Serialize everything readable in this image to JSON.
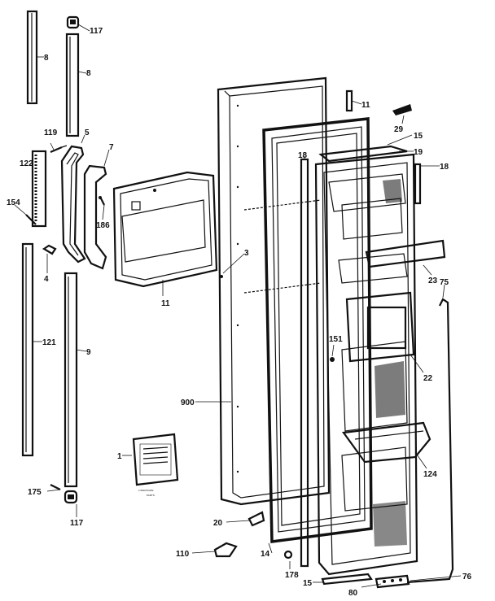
{
  "labels": [
    {
      "id": "l117t",
      "text": "117"
    },
    {
      "id": "l8a",
      "text": "8"
    },
    {
      "id": "l8b",
      "text": "8"
    },
    {
      "id": "l119",
      "text": "119"
    },
    {
      "id": "l5",
      "text": "5"
    },
    {
      "id": "l7",
      "text": "7"
    },
    {
      "id": "l122",
      "text": "122"
    },
    {
      "id": "l154",
      "text": "154"
    },
    {
      "id": "l186",
      "text": "186"
    },
    {
      "id": "l4",
      "text": "4"
    },
    {
      "id": "l121",
      "text": "121"
    },
    {
      "id": "l9",
      "text": "9"
    },
    {
      "id": "l11a",
      "text": "11"
    },
    {
      "id": "l3",
      "text": "3"
    },
    {
      "id": "l900",
      "text": "900"
    },
    {
      "id": "l1",
      "text": "1"
    },
    {
      "id": "l175",
      "text": "175"
    },
    {
      "id": "l117b",
      "text": "117"
    },
    {
      "id": "l20",
      "text": "20"
    },
    {
      "id": "l110",
      "text": "110"
    },
    {
      "id": "l14",
      "text": "14"
    },
    {
      "id": "l178",
      "text": "178"
    },
    {
      "id": "l15b",
      "text": "15"
    },
    {
      "id": "l80",
      "text": "80"
    },
    {
      "id": "l76",
      "text": "76"
    },
    {
      "id": "l124",
      "text": "124"
    },
    {
      "id": "l22",
      "text": "22"
    },
    {
      "id": "l151",
      "text": "151"
    },
    {
      "id": "l23",
      "text": "23"
    },
    {
      "id": "l75",
      "text": "75"
    },
    {
      "id": "l18a",
      "text": "18"
    },
    {
      "id": "l18b",
      "text": "18"
    },
    {
      "id": "l19",
      "text": "19"
    },
    {
      "id": "l15t",
      "text": "15"
    },
    {
      "id": "l29",
      "text": "29"
    },
    {
      "id": "l11b",
      "text": "11"
    }
  ],
  "literature": {
    "title": "LITERATURE",
    "subtitle": "PARTS"
  }
}
